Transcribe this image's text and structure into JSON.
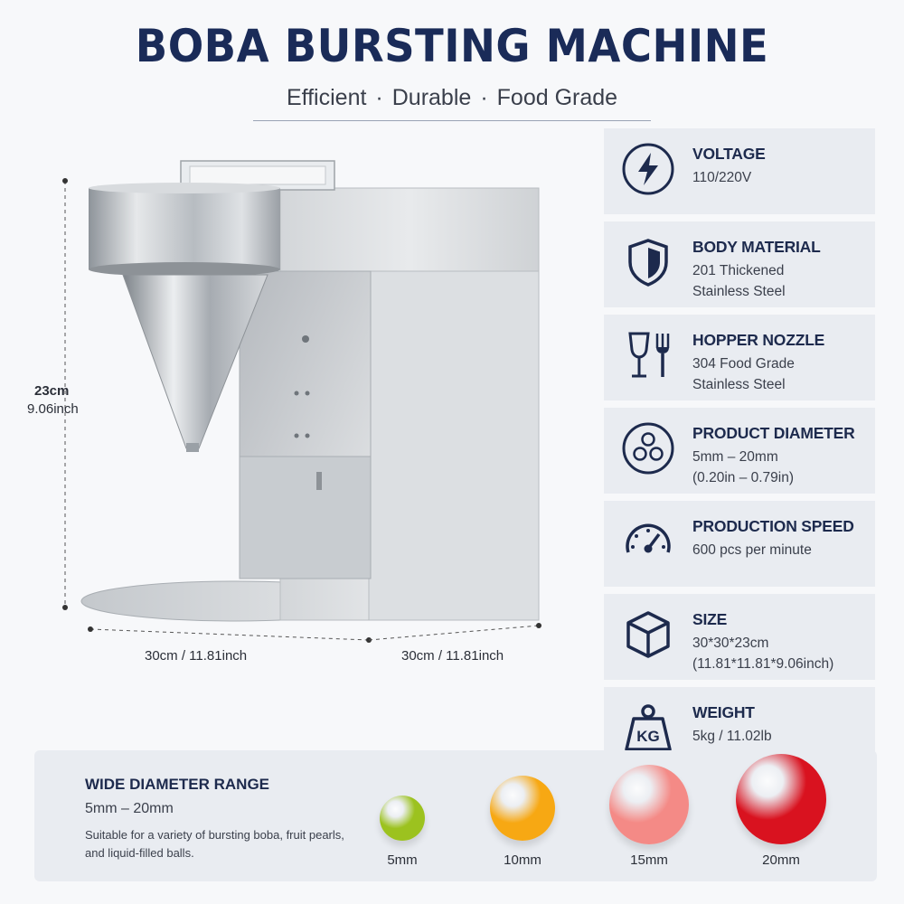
{
  "header": {
    "title": "BOBA BURSTING MACHINE",
    "subtitle_items": [
      "Efficient",
      "Durable",
      "Food Grade"
    ],
    "separator": "·"
  },
  "dimensions": {
    "height_cm": "23cm",
    "height_inch": "9.06inch",
    "width_front": "30cm / 11.81inch",
    "width_side": "30cm / 11.81inch"
  },
  "specs": [
    {
      "icon": "lightning-icon",
      "label": "VOLTAGE",
      "lines": [
        "110/220V"
      ]
    },
    {
      "icon": "shield-icon",
      "label": "BODY MATERIAL",
      "lines": [
        "201 Thickened",
        "Stainless Steel"
      ]
    },
    {
      "icon": "fork-cup-icon",
      "label": "HOPPER NOZZLE",
      "lines": [
        "304 Food Grade",
        "Stainless Steel"
      ]
    },
    {
      "icon": "circles-icon",
      "label": "PRODUCT DIAMETER",
      "lines": [
        "5mm – 20mm",
        "(0.20in – 0.79in)"
      ]
    },
    {
      "icon": "speedometer-icon",
      "label": "PRODUCTION SPEED",
      "lines": [
        "600 pcs per minute"
      ]
    },
    {
      "icon": "cube-icon",
      "label": "SIZE",
      "lines": [
        "30*30*23cm",
        "(11.81*11.81*9.06inch)"
      ]
    },
    {
      "icon": "kg-weight-icon",
      "label": "WEIGHT",
      "icon_text": "KG",
      "lines": [
        "5kg / 11.02lb"
      ]
    }
  ],
  "range": {
    "title": "WIDE DIAMETER RANGE",
    "value": "5mm – 20mm",
    "description": "Suitable for a variety of bursting boba, fruit pearls, and liquid-filled balls.",
    "balls": [
      {
        "label": "5mm",
        "color": "#9cc21f"
      },
      {
        "label": "10mm",
        "color": "#f7a813"
      },
      {
        "label": "15mm",
        "color": "#f48a86"
      },
      {
        "label": "20mm",
        "color": "#d9121f"
      }
    ]
  },
  "colors": {
    "navy": "#1d2a4d",
    "panel": "#e9ecf1",
    "steel": "#c9cdd2"
  }
}
